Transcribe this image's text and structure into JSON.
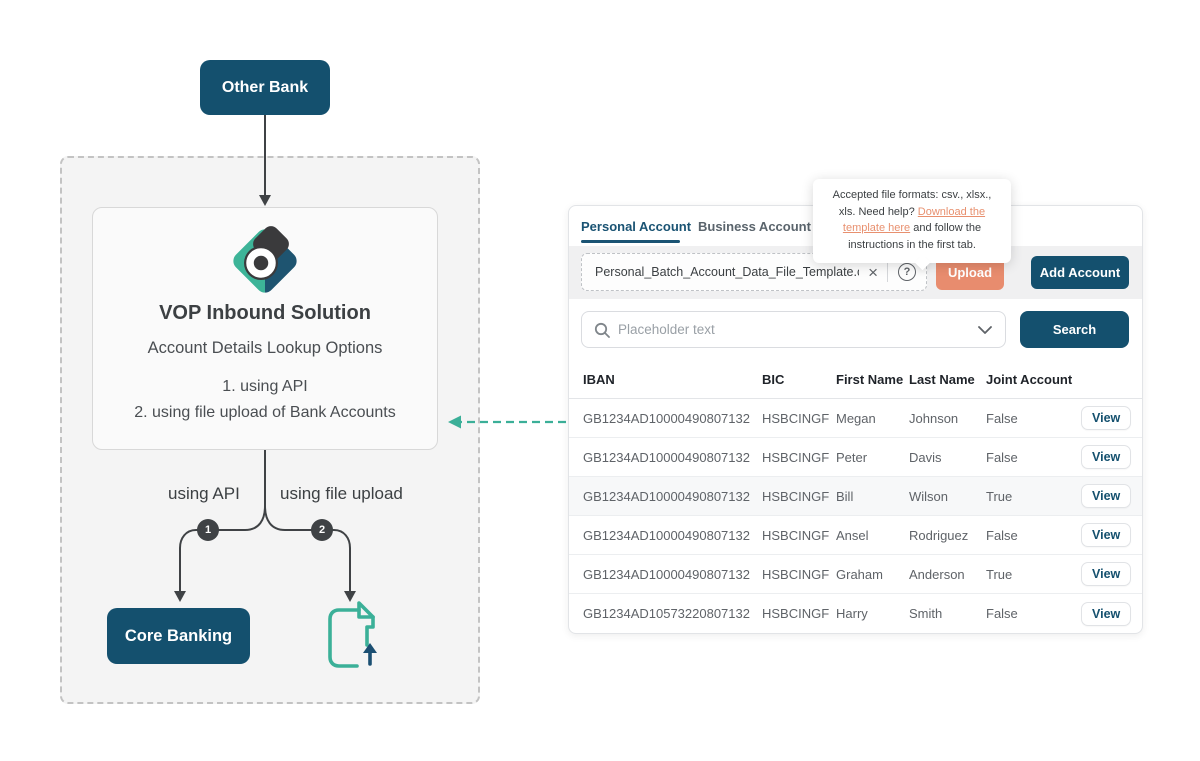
{
  "colors": {
    "navy": "#14506E",
    "teal": "#3BAF98",
    "salmon": "#E88C6E",
    "link_orange": "#E8906F",
    "dark_gray": "#3F4245"
  },
  "icons": {
    "logo": "vop-diamond-b-logo",
    "file_upload": "document-with-up-arrow",
    "search": "magnifier",
    "chevron": "chevron-down",
    "clear": "×",
    "help": "?"
  },
  "diagram": {
    "other_bank_label": "Other Bank",
    "title": "VOP Inbound Solution",
    "subtitle": "Account Details Lookup Options",
    "options": [
      "1. using API",
      "2. using file upload of Bank Accounts"
    ],
    "branch_labels": [
      "using API",
      "using file upload"
    ],
    "badges": [
      "1",
      "2"
    ],
    "core_banking_label": "Core Banking"
  },
  "panel": {
    "tabs": [
      {
        "label": "Personal Account",
        "active": true
      },
      {
        "label": "Business Account",
        "active": false
      }
    ],
    "tooltip": {
      "text_before": "Accepted file formats: csv., xlsx., xls. Need help? ",
      "link_text": "Download the template here",
      "text_after": " and follow the instructions in the first tab."
    },
    "upload": {
      "filename": "Personal_Batch_Account_Data_File_Template.csv",
      "clear_glyph": "×",
      "help_glyph": "?",
      "upload_label": "Upload",
      "add_account_label": "Add Account"
    },
    "search": {
      "placeholder": "Placeholder text",
      "button_label": "Search"
    },
    "table": {
      "headers": [
        "IBAN",
        "BIC",
        "First Name",
        "Last Name",
        "Joint Account"
      ],
      "rows": [
        {
          "iban": "GB1234AD10000490807132",
          "bic": "HSBCINGF",
          "first": "Megan",
          "last": "Johnson",
          "joint": "False",
          "action": "View"
        },
        {
          "iban": "GB1234AD10000490807132",
          "bic": "HSBCINGF",
          "first": "Peter",
          "last": "Davis",
          "joint": "False",
          "action": "View"
        },
        {
          "iban": "GB1234AD10000490807132",
          "bic": "HSBCINGF",
          "first": "Bill",
          "last": "Wilson",
          "joint": "True",
          "action": "View"
        },
        {
          "iban": "GB1234AD10000490807132",
          "bic": "HSBCINGF",
          "first": "Ansel",
          "last": "Rodriguez",
          "joint": "False",
          "action": "View"
        },
        {
          "iban": "GB1234AD10000490807132",
          "bic": "HSBCINGF",
          "first": "Graham",
          "last": "Anderson",
          "joint": "True",
          "action": "View"
        },
        {
          "iban": "GB1234AD10573220807132",
          "bic": "HSBCINGF",
          "first": "Harry",
          "last": "Smith",
          "joint": "False",
          "action": "View"
        }
      ]
    }
  }
}
